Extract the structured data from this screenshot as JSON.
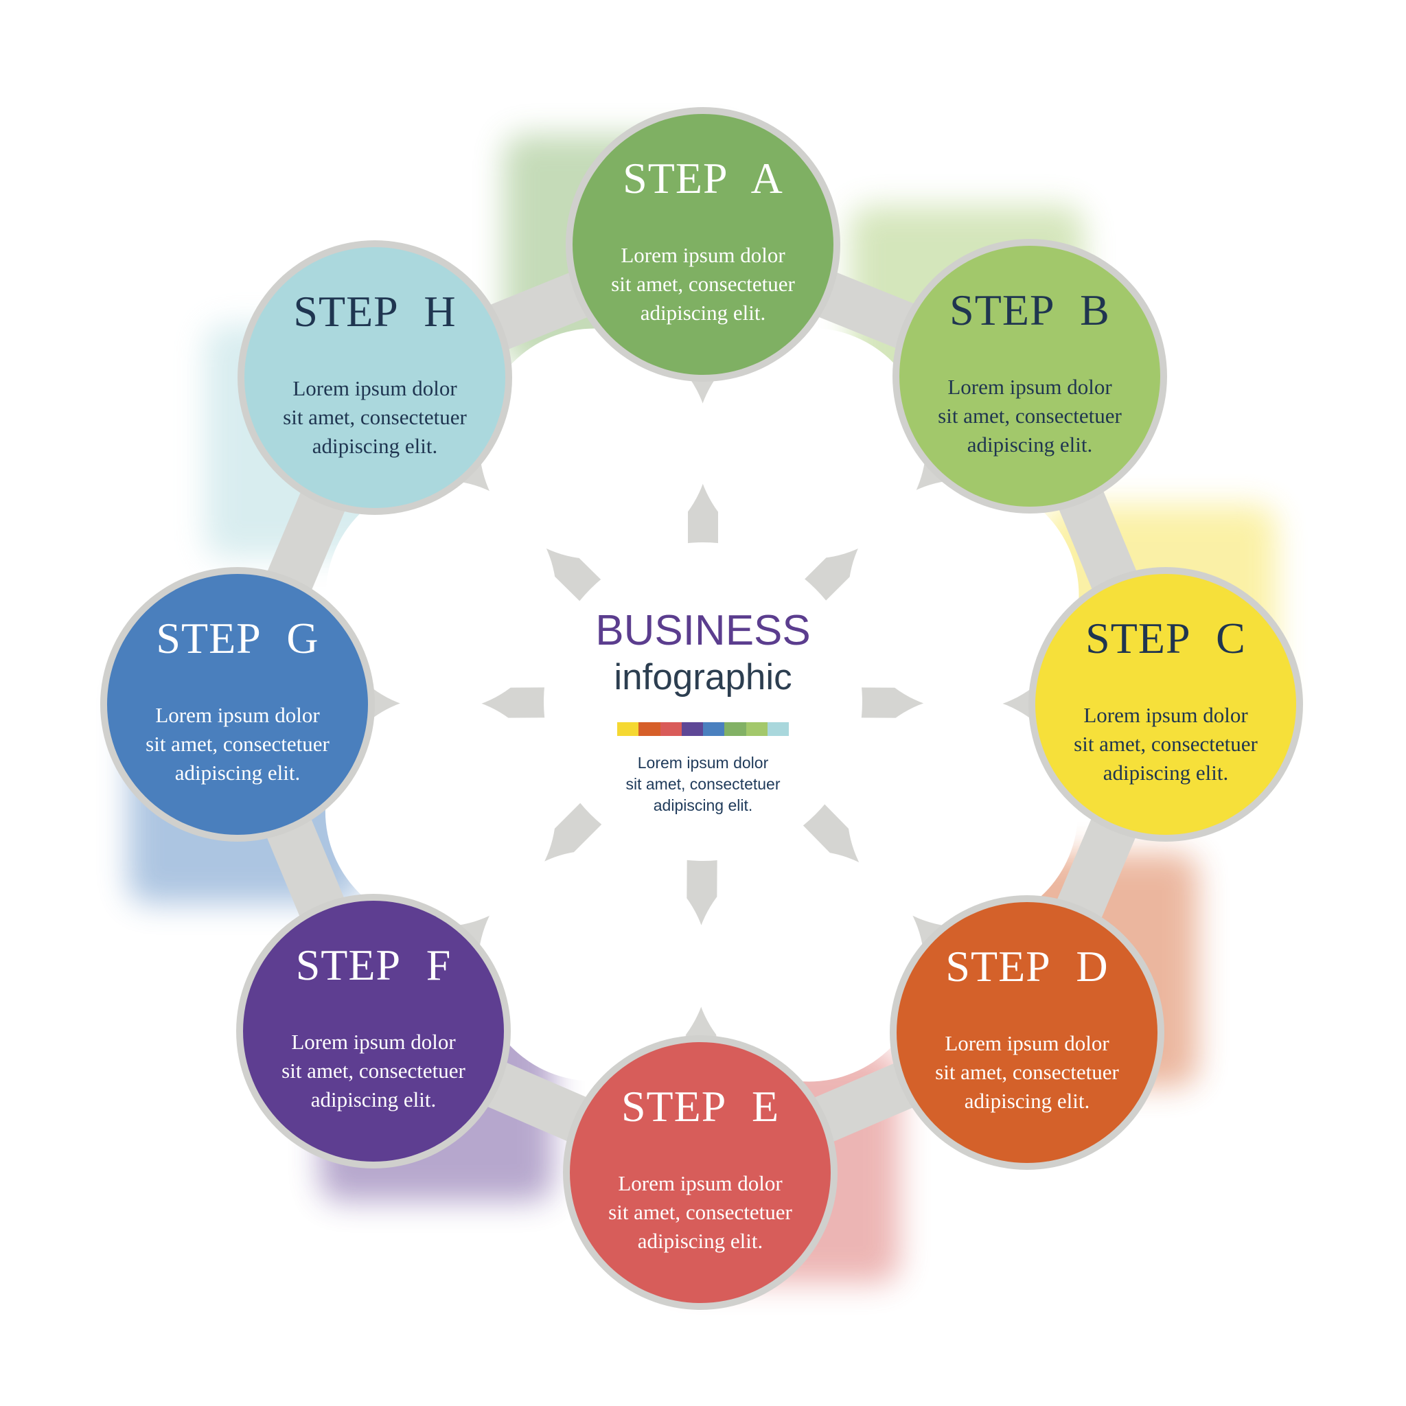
{
  "center": {
    "title": "BUSINESS",
    "subtitle": "infographic",
    "text": "Lorem ipsum dolor\nsit amet, consectetuer\nadipiscing elit.",
    "title_color": "#5b3d8e",
    "subtitle_color": "#2c3e50",
    "text_color": "#1f3a5a",
    "color_bar": [
      "#f5d832",
      "#d65f29",
      "#d95b59",
      "#5e4796",
      "#4a80bf",
      "#82b165",
      "#a3c86b",
      "#a9d7dc"
    ]
  },
  "connector_color": "#d5d5d2",
  "ring_color": "#d0d0cd",
  "steps": [
    {
      "id": "a",
      "title": "STEP  A",
      "text": "Lorem ipsum dolor\nsit amet, consectetuer\nadipiscing elit.",
      "color": "#7fb063",
      "text_color": "#ffffff",
      "icon": ""
    },
    {
      "id": "b",
      "title": "STEP  B",
      "text": "Lorem ipsum dolor\nsit amet, consectetuer\nadipiscing elit.",
      "color": "#a2c86b",
      "text_color": "#1f3550"
    },
    {
      "id": "c",
      "title": "STEP  C",
      "text": "Lorem ipsum dolor\nsit amet, consectetuer\nadipiscing elit.",
      "color": "#f6e03a",
      "text_color": "#1f3550"
    },
    {
      "id": "d",
      "title": "STEP  D",
      "text": "Lorem ipsum dolor\nsit amet, consectetuer\nadipiscing elit.",
      "color": "#d4612a",
      "text_color": "#ffffff"
    },
    {
      "id": "e",
      "title": "STEP  E",
      "text": "Lorem ipsum dolor\nsit amet, consectetuer\nadipiscing elit.",
      "color": "#d75d5a",
      "text_color": "#ffffff"
    },
    {
      "id": "f",
      "title": "STEP  F",
      "text": "Lorem ipsum dolor\nsit amet, consectetuer\nadipiscing elit.",
      "color": "#5e3e91",
      "text_color": "#ffffff"
    },
    {
      "id": "g",
      "title": "STEP  G",
      "text": "Lorem ipsum dolor\nsit amet, consectetuer\nadipiscing elit.",
      "color": "#4a7fbd",
      "text_color": "#ffffff"
    },
    {
      "id": "h",
      "title": "STEP  H",
      "text": "Lorem ipsum dolor\nsit amet, consectetuer\nadipiscing elit.",
      "color": "#abd8dd",
      "text_color": "#1f3550"
    }
  ]
}
